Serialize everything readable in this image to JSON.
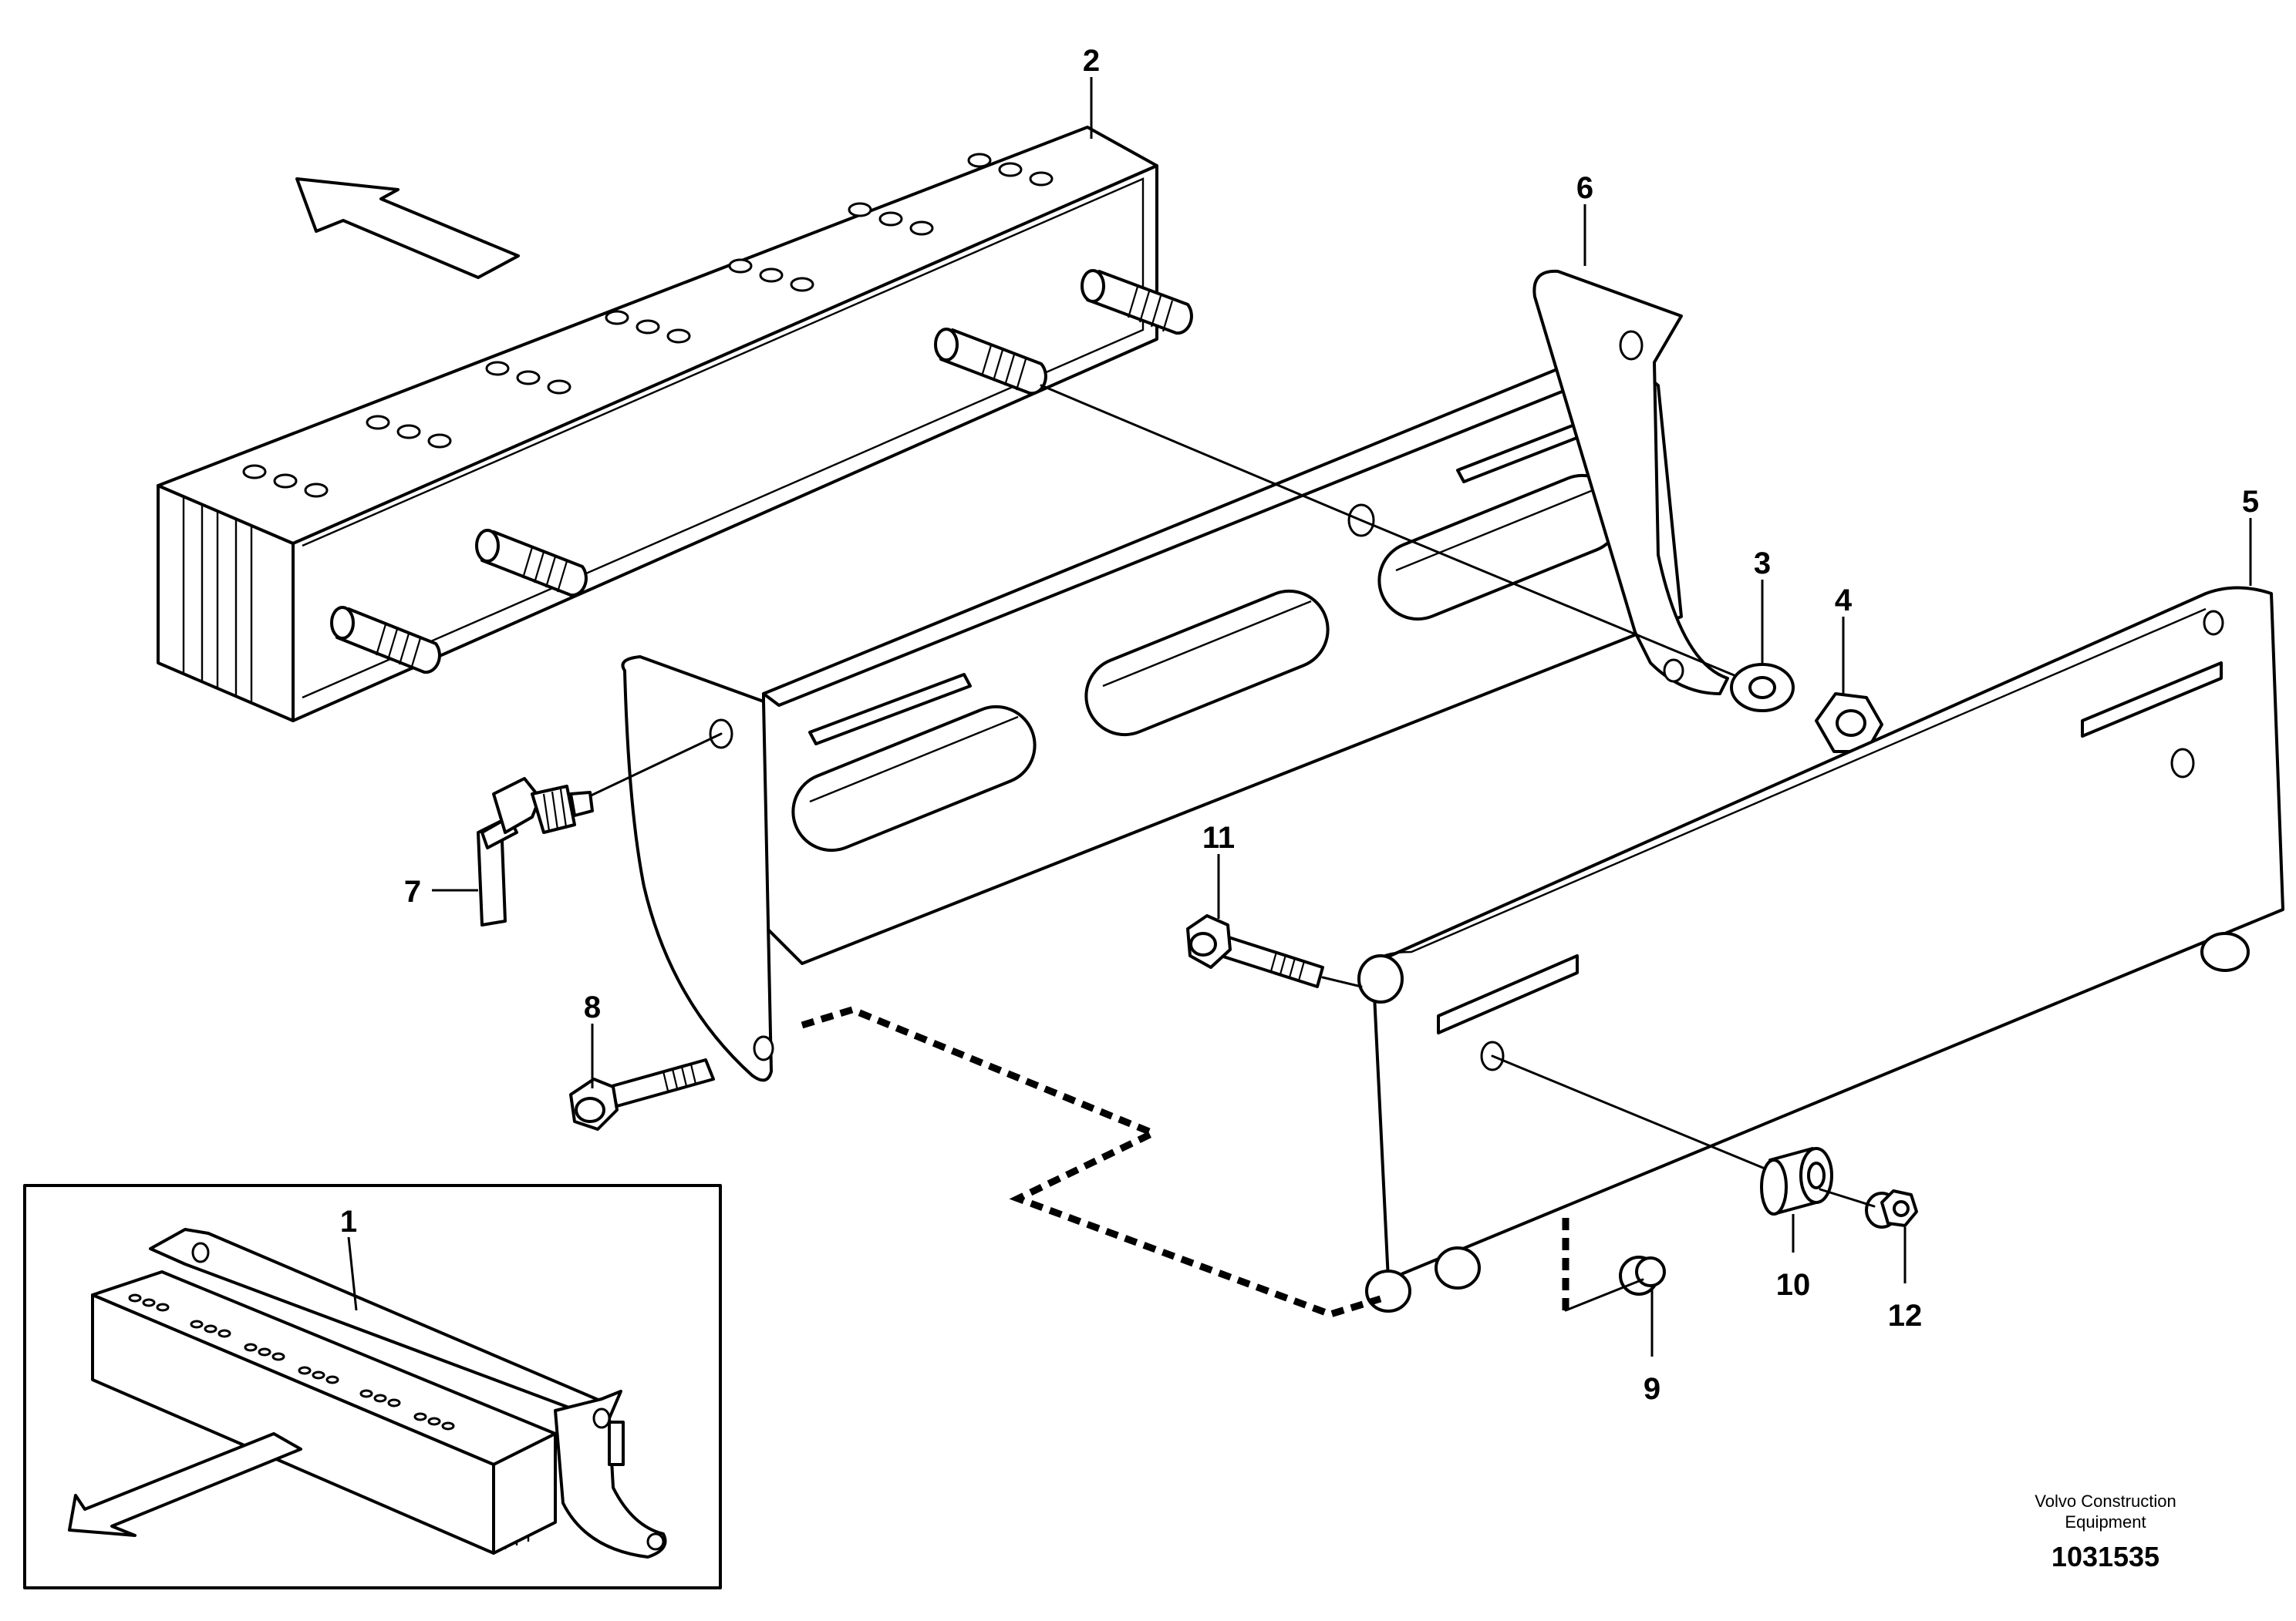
{
  "callouts": [
    {
      "id": "1",
      "label": "1"
    },
    {
      "id": "2",
      "label": "2"
    },
    {
      "id": "3",
      "label": "3"
    },
    {
      "id": "4",
      "label": "4"
    },
    {
      "id": "5",
      "label": "5"
    },
    {
      "id": "6",
      "label": "6"
    },
    {
      "id": "7",
      "label": "7"
    },
    {
      "id": "8",
      "label": "8"
    },
    {
      "id": "9",
      "label": "9"
    },
    {
      "id": "10",
      "label": "10"
    },
    {
      "id": "11",
      "label": "11"
    },
    {
      "id": "12",
      "label": "12"
    }
  ],
  "footer": {
    "brand_line1": "Volvo Construction",
    "brand_line2": "Equipment",
    "doc_number": "1031535"
  },
  "colors": {
    "line": "#000000",
    "background": "#ffffff"
  }
}
